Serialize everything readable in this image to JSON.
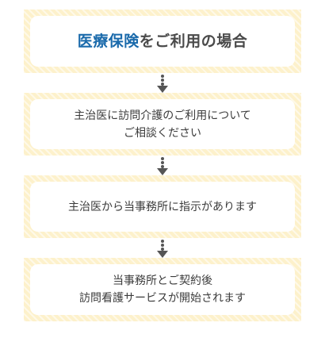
{
  "title": {
    "accent": "医療保険",
    "rest": "をご利用の場合"
  },
  "steps": [
    {
      "lines": [
        "主治医に訪問介護のご利用について",
        "ご相談ください"
      ]
    },
    {
      "lines": [
        "主治医から当事務所に指示があります"
      ]
    },
    {
      "lines": [
        "当事務所とご契約後",
        "訪問看護サービスが開始されます"
      ]
    }
  ],
  "colors": {
    "accent": "#1a6aab",
    "panel": "#fdf1cb",
    "arrow": "#555555"
  },
  "icons": [
    "dotted-down-arrow-icon"
  ]
}
